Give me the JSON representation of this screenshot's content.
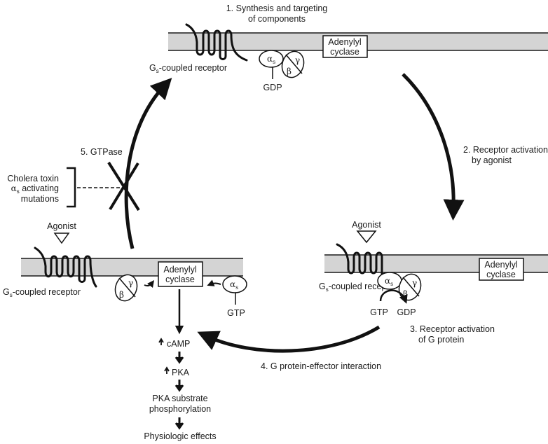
{
  "steps": {
    "step1_line1": "1. Synthesis and targeting",
    "step1_line2": "of components",
    "step2_line1": "2. Receptor activation",
    "step2_line2": "by agonist",
    "step3_line1": "3. Receptor activation",
    "step3_line2": "of G protein",
    "step4": "4. G protein-effector interaction",
    "step5": "5. GTPase"
  },
  "labels": {
    "receptor_prefix": "G",
    "receptor_sub": "s",
    "receptor_suffix": "-coupled receptor",
    "adenylyl": "Adenylyl",
    "cyclase": "cyclase",
    "alpha": "α",
    "alpha_sub": "s",
    "beta": "β",
    "gamma": "γ",
    "gdp": "GDP",
    "gtp": "GTP",
    "agonist": "Agonist"
  },
  "inhibitors": {
    "line1": "Cholera toxin",
    "line2_greek": "α",
    "line2_sub": "s",
    "line2_rest": " activating",
    "line3": "mutations"
  },
  "cascade": {
    "camp": "cAMP",
    "pka": "PKA",
    "substrate_line1": "PKA substrate",
    "substrate_line2": "phosphorylation",
    "effects": "Physiologic effects"
  },
  "colors": {
    "membrane": "#d4d4d4",
    "ink": "#111111"
  }
}
